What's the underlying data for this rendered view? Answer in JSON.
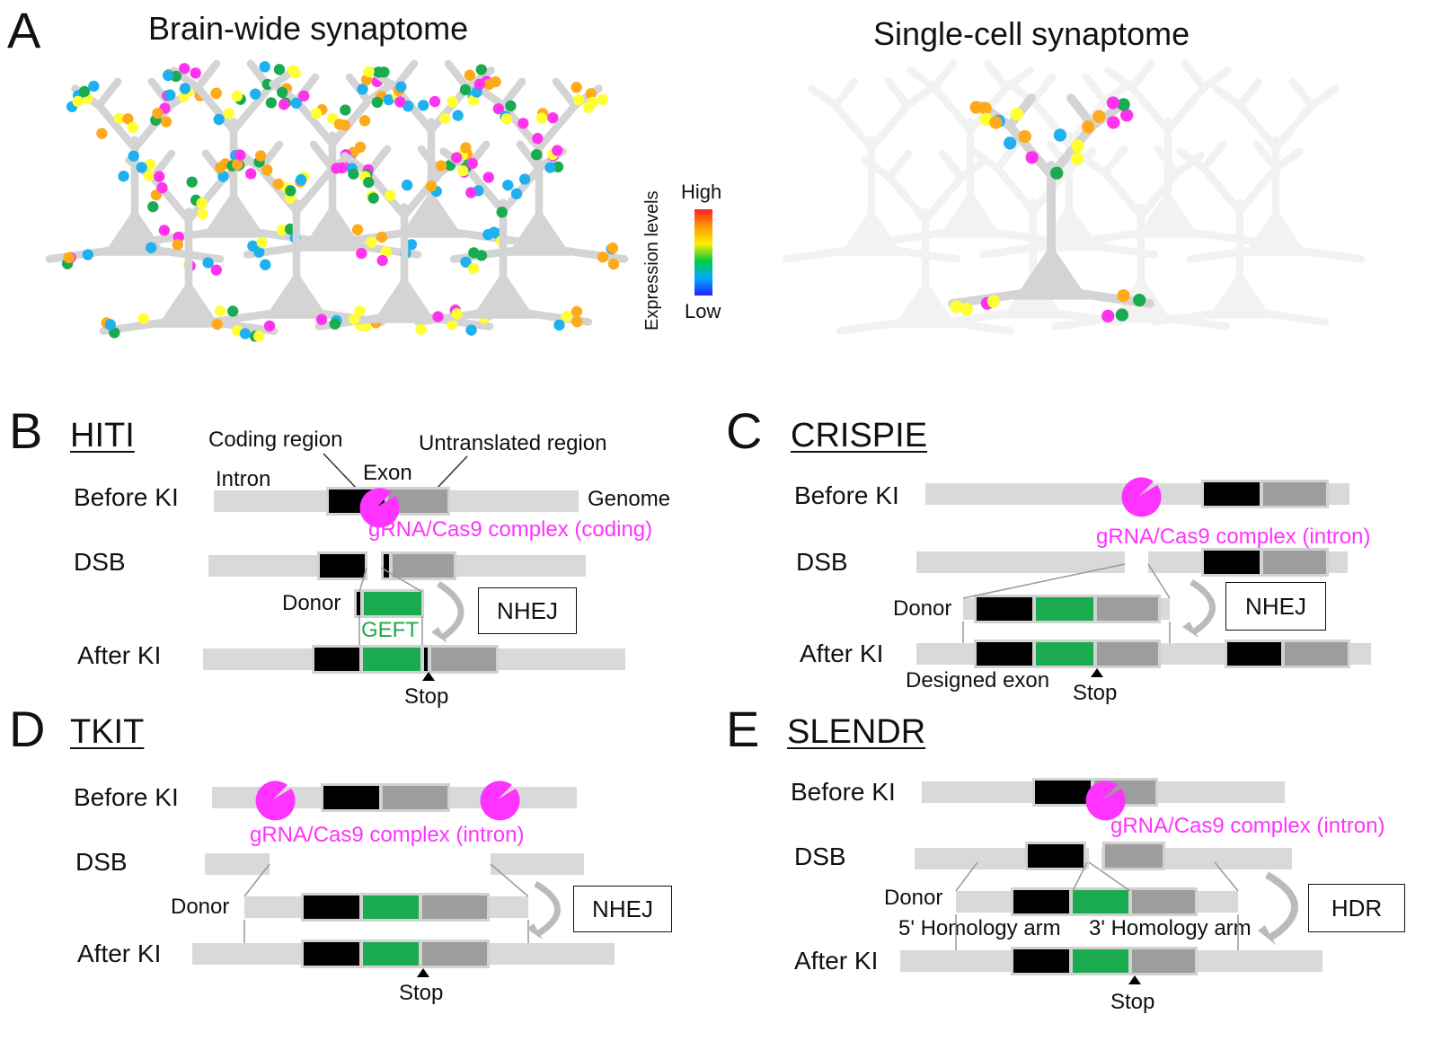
{
  "panels": {
    "A": {
      "letter": "A",
      "title_left": "Brain-wide synaptome",
      "title_right": "Single-cell synaptome",
      "colorbar": {
        "axis_label": "Expression levels",
        "high": "High",
        "low": "Low"
      }
    },
    "B": {
      "letter": "B",
      "method": "HITI",
      "coding_region": "Coding region",
      "untranslated_region": "Untranslated region",
      "intron": "Intron",
      "exon": "Exon",
      "genome": "Genome",
      "before": "Before KI",
      "dsb": "DSB",
      "donor": "Donor",
      "after": "After KI",
      "cas9": "gRNA/Cas9 complex (coding)",
      "geft": "GEFT",
      "repair": "NHEJ",
      "stop": "Stop"
    },
    "C": {
      "letter": "C",
      "method": "CRISPIE",
      "before": "Before KI",
      "dsb": "DSB",
      "donor": "Donor",
      "after": "After KI",
      "cas9": "gRNA/Cas9 complex (intron)",
      "repair": "NHEJ",
      "designed_exon": "Designed exon",
      "stop": "Stop"
    },
    "D": {
      "letter": "D",
      "method": "TKIT",
      "before": "Before KI",
      "dsb": "DSB",
      "donor": "Donor",
      "after": "After KI",
      "cas9": "gRNA/Cas9 complex (intron)",
      "repair": "NHEJ",
      "stop": "Stop"
    },
    "E": {
      "letter": "E",
      "method": "SLENDR",
      "before": "Before KI",
      "dsb": "DSB",
      "donor": "Donor",
      "after": "After KI",
      "cas9": "gRNA/Cas9 complex (intron)",
      "repair": "HDR",
      "arm5": "5' Homology arm",
      "arm3": "3' Homology arm",
      "stop": "Stop"
    }
  },
  "colors": {
    "cas9": "#ff33ff",
    "fluor": "#1aab50",
    "coding": "#000000",
    "utr": "#9d9d9d",
    "genome": "#d9d9d9",
    "synapse_palette": [
      "#ffff33",
      "#ffaa1a",
      "#1fb0f0",
      "#1aab50",
      "#ff33ee"
    ]
  }
}
